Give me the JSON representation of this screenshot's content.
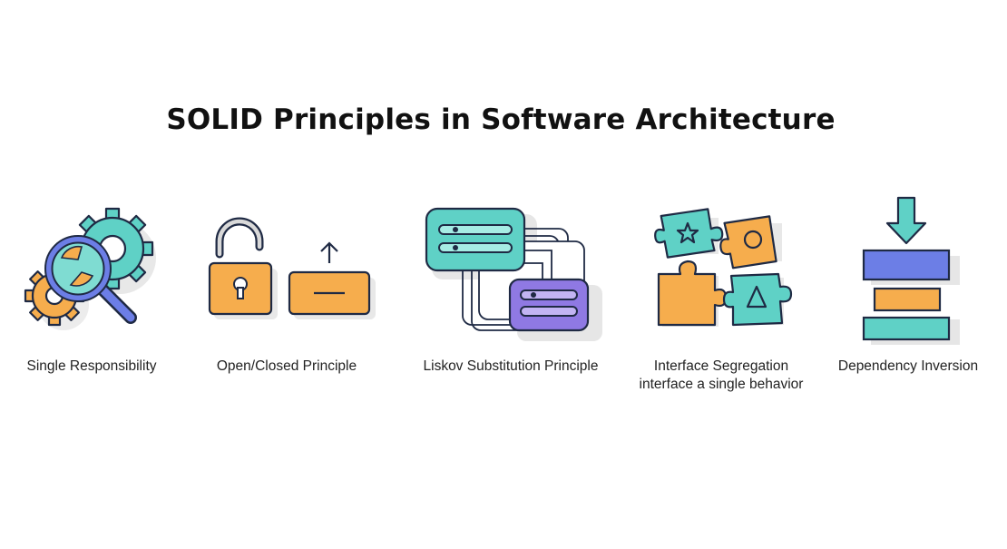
{
  "title": "SOLID Principles in Software Architecture",
  "colors": {
    "teal": "#5fd1c6",
    "orange": "#f6ad4d",
    "purple": "#8f79e3",
    "blue": "#6c7ee6",
    "outline": "#1f2a44",
    "shadow": "#e6e6e6"
  },
  "principles": [
    {
      "label": "Single Responsibility",
      "icon": "gears-magnifier-icon"
    },
    {
      "label": "Open/Closed Principle",
      "icon": "padlock-and-extension-icon"
    },
    {
      "label": "Liskov Substitution Principle",
      "icon": "substitutable-components-icon"
    },
    {
      "label": "Interface Segregation",
      "sublabel": "interface a single behavior",
      "icon": "puzzle-pieces-icon"
    },
    {
      "label": "Dependency Inversion",
      "icon": "stacked-layers-arrow-icon"
    }
  ]
}
